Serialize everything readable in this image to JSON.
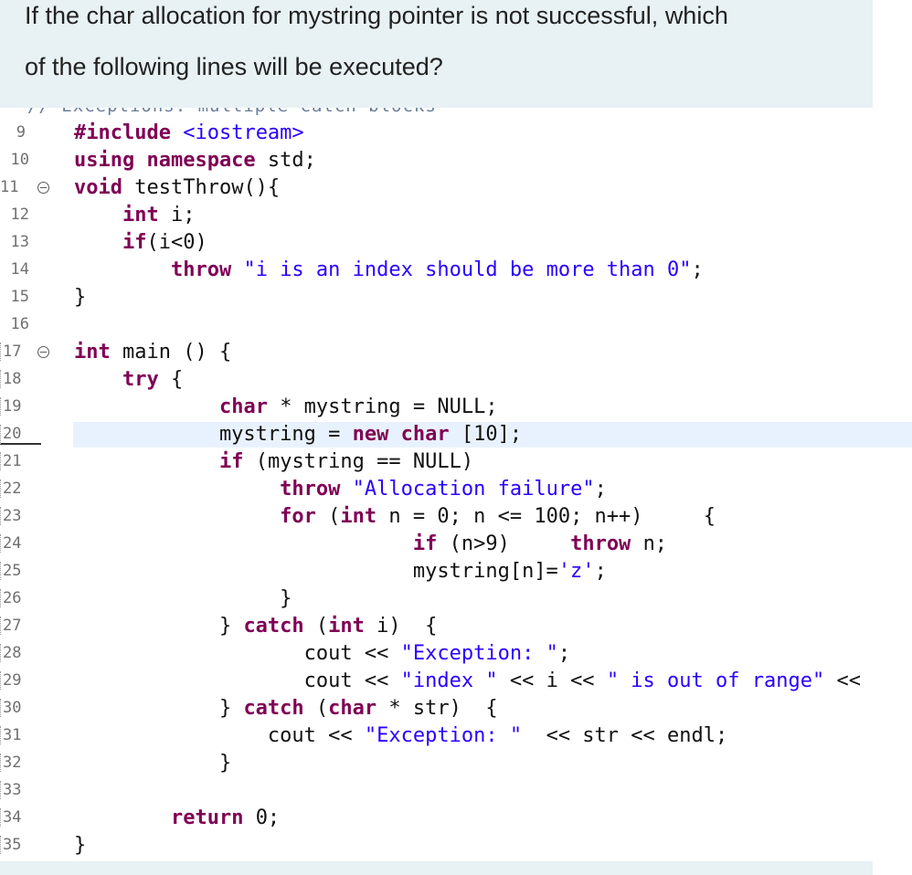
{
  "question": {
    "line1": "If the char allocation for mystring pointer is not successful, which",
    "line2": "of the following lines will be executed?"
  },
  "editor": {
    "clipped_comment": "// Exceptions: multiple catch blocks",
    "lines": [
      {
        "num": "9",
        "tokens": [
          [
            "kw",
            "#include "
          ],
          [
            "str",
            "<iostream>"
          ]
        ]
      },
      {
        "num": "10",
        "tokens": [
          [
            "kw",
            "using namespace "
          ],
          [
            "tx",
            "std;"
          ]
        ]
      },
      {
        "num": "11",
        "tokens": [
          [
            "kw",
            "void "
          ],
          [
            "tx",
            "testThrow(){"
          ]
        ]
      },
      {
        "num": "12",
        "tokens": [
          [
            "tx",
            "    "
          ],
          [
            "kw",
            "int "
          ],
          [
            "tx",
            "i;"
          ]
        ]
      },
      {
        "num": "13",
        "tokens": [
          [
            "tx",
            "    "
          ],
          [
            "kw",
            "if"
          ],
          [
            "tx",
            "(i<0)"
          ]
        ]
      },
      {
        "num": "14",
        "tokens": [
          [
            "tx",
            "        "
          ],
          [
            "kw",
            "throw "
          ],
          [
            "str",
            "\"i is an index should be more than 0\""
          ],
          [
            "tx",
            ";"
          ]
        ]
      },
      {
        "num": "15",
        "tokens": [
          [
            "tx",
            "}"
          ]
        ]
      },
      {
        "num": "16",
        "tokens": []
      },
      {
        "num": "17",
        "tokens": [
          [
            "kw",
            "int "
          ],
          [
            "tx",
            "main () {"
          ]
        ]
      },
      {
        "num": "18",
        "tokens": [
          [
            "tx",
            "    "
          ],
          [
            "kw",
            "try "
          ],
          [
            "tx",
            "{"
          ]
        ]
      },
      {
        "num": "19",
        "tokens": [
          [
            "tx",
            "            "
          ],
          [
            "kw",
            "char "
          ],
          [
            "tx",
            "* mystring = NULL;"
          ]
        ]
      },
      {
        "num": "20",
        "tokens": [
          [
            "tx",
            "            mystring = "
          ],
          [
            "kw",
            "new char "
          ],
          [
            "tx",
            "[10];"
          ]
        ]
      },
      {
        "num": "21",
        "tokens": [
          [
            "tx",
            "            "
          ],
          [
            "kw",
            "if "
          ],
          [
            "tx",
            "(mystring == NULL)"
          ]
        ]
      },
      {
        "num": "22",
        "tokens": [
          [
            "tx",
            "                 "
          ],
          [
            "kw",
            "throw "
          ],
          [
            "str",
            "\"Allocation failure\""
          ],
          [
            "tx",
            ";"
          ]
        ]
      },
      {
        "num": "23",
        "tokens": [
          [
            "tx",
            "                 "
          ],
          [
            "kw",
            "for "
          ],
          [
            "tx",
            "("
          ],
          [
            "kw",
            "int "
          ],
          [
            "tx",
            "n = 0; n <= 100; n++)     {"
          ]
        ]
      },
      {
        "num": "24",
        "tokens": [
          [
            "tx",
            "                            "
          ],
          [
            "kw",
            "if "
          ],
          [
            "tx",
            "(n>9)     "
          ],
          [
            "kw",
            "throw "
          ],
          [
            "tx",
            "n;"
          ]
        ]
      },
      {
        "num": "25",
        "tokens": [
          [
            "tx",
            "                            mystring[n]="
          ],
          [
            "str",
            "'z'"
          ],
          [
            "tx",
            ";"
          ]
        ]
      },
      {
        "num": "26",
        "tokens": [
          [
            "tx",
            "                 }"
          ]
        ]
      },
      {
        "num": "27",
        "tokens": [
          [
            "tx",
            "            } "
          ],
          [
            "kw",
            "catch "
          ],
          [
            "tx",
            "("
          ],
          [
            "kw",
            "int "
          ],
          [
            "tx",
            "i)  {"
          ]
        ]
      },
      {
        "num": "28",
        "tokens": [
          [
            "tx",
            "                   cout << "
          ],
          [
            "str",
            "\"Exception: \""
          ],
          [
            "tx",
            ";"
          ]
        ]
      },
      {
        "num": "29",
        "tokens": [
          [
            "tx",
            "                   cout << "
          ],
          [
            "str",
            "\"index \""
          ],
          [
            "tx",
            " << i << "
          ],
          [
            "str",
            "\" is out of range\""
          ],
          [
            "tx",
            " <<"
          ]
        ]
      },
      {
        "num": "30",
        "tokens": [
          [
            "tx",
            "            } "
          ],
          [
            "kw",
            "catch "
          ],
          [
            "tx",
            "("
          ],
          [
            "kw",
            "char "
          ],
          [
            "tx",
            "* str)  {"
          ]
        ]
      },
      {
        "num": "31",
        "tokens": [
          [
            "tx",
            "                cout << "
          ],
          [
            "str",
            "\"Exception: \""
          ],
          [
            "tx",
            "  << str << endl;"
          ]
        ]
      },
      {
        "num": "32",
        "tokens": [
          [
            "tx",
            "            }"
          ]
        ]
      },
      {
        "num": "33",
        "tokens": []
      },
      {
        "num": "34",
        "tokens": [
          [
            "tx",
            "        "
          ],
          [
            "kw",
            "return "
          ],
          [
            "tx",
            "0;"
          ]
        ]
      },
      {
        "num": "35",
        "tokens": [
          [
            "tx",
            "}"
          ]
        ]
      }
    ]
  }
}
